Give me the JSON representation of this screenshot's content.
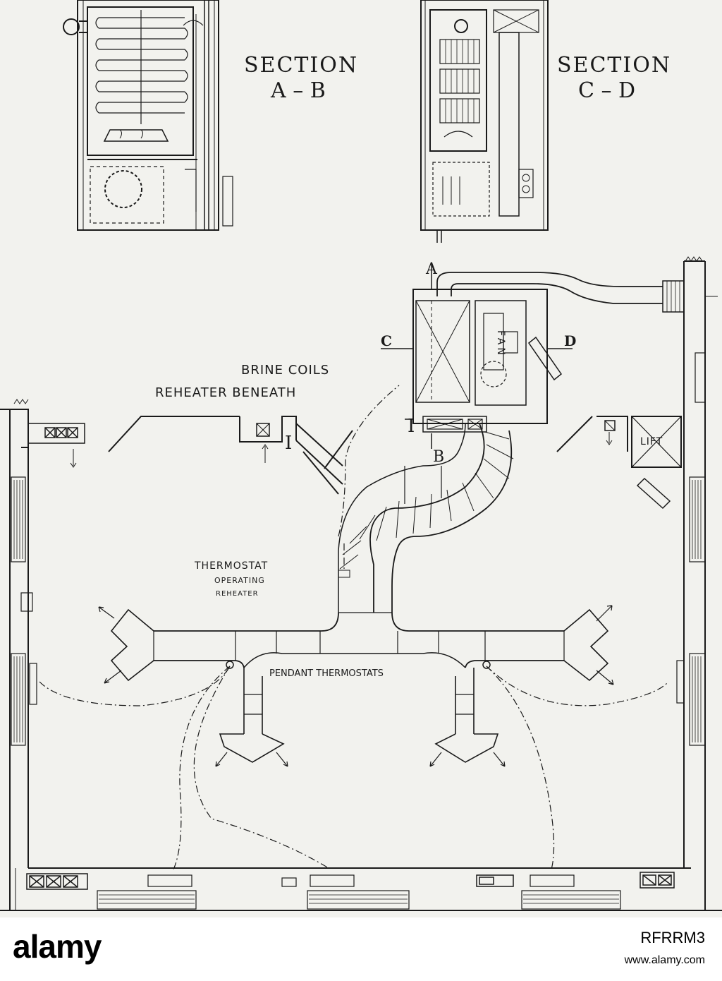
{
  "labels": {
    "section_ab_title": "SECTION",
    "section_ab_sub": "A – B",
    "section_cd_title": "SECTION",
    "section_cd_sub": "C – D",
    "marker_a": "A",
    "marker_b": "B",
    "marker_c": "C",
    "marker_d": "D",
    "fan": "FAN",
    "brine_line1": "BRINE  COILS",
    "brine_line2": "REHEATER   BENEATH",
    "room_i_left": "I",
    "room_i_right": "I",
    "lift": "LIFT",
    "thermostat_line1": "THERMOSTAT",
    "thermostat_line2": "OPERATING",
    "thermostat_line3": "REHEATER",
    "pendant": "PENDANT   THERMOSTATS"
  },
  "watermark": {
    "logo": "alamy",
    "image_id": "RFRRM3",
    "url": "www.alamy.com"
  },
  "colors": {
    "ink": "#1a1a1a",
    "paper": "#f2f2ee"
  }
}
